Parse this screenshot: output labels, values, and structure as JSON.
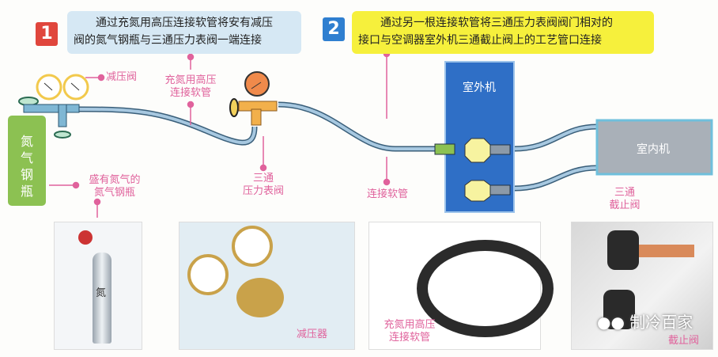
{
  "step1": {
    "number": "1",
    "text_line1": "通过充氮用高压连接软管将安有减压",
    "text_line2": "阀的氮气钢瓶与三通压力表阀一端连接",
    "badge_color": "#e0463c",
    "box_color": "#d6e8f4"
  },
  "step2": {
    "number": "2",
    "text_line1": "通过另一根连接软管将三通压力表阀阀门相对的",
    "text_line2": "接口与空调器室外机三通截止阀上的工艺管口连接",
    "badge_color": "#2f7fd0",
    "box_color": "#f6f03c"
  },
  "labels": {
    "pressure_reducer_valve": "减压阀",
    "charging_hose_1": "充氮用高压",
    "charging_hose_2": "连接软管",
    "cylinder_vertical": "氮气钢瓶",
    "cylinder_desc_1": "盛有氮气的",
    "cylinder_desc_2": "氮气钢瓶",
    "three_way_gauge_1": "三通",
    "three_way_gauge_2": "压力表阀",
    "connecting_hose": "连接软管",
    "outdoor_unit": "室外机",
    "indoor_unit": "室内机",
    "stop_valve_1": "三通",
    "stop_valve_2": "截止阀"
  },
  "photos": {
    "cylinder_mark": "氮",
    "reducer_caption": "减压器",
    "hose_caption_1": "充氮用高压",
    "hose_caption_2": "连接软管",
    "valve_caption": "截止阀"
  },
  "watermark": "制冷百家",
  "colors": {
    "label_pink": "#e0629c",
    "cylinder_green": "#8cc152",
    "outdoor_blue": "#2f6fc6",
    "indoor_gray": "#a9b0b8",
    "hose_blue": "#a7c8e0"
  }
}
